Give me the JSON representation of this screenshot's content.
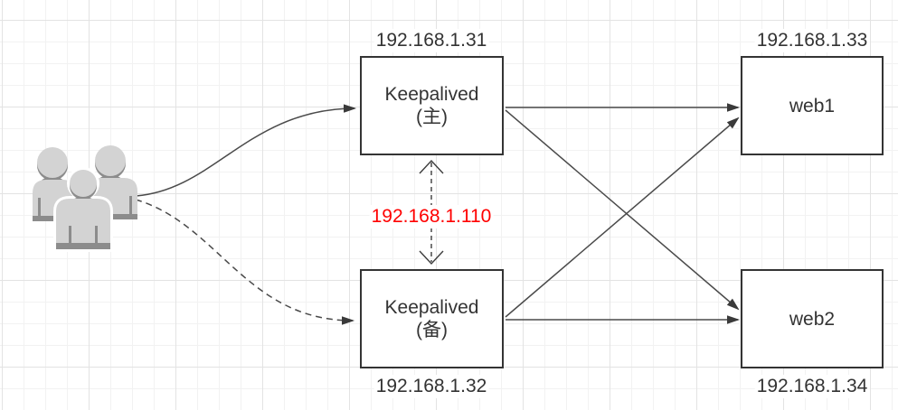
{
  "diagram": {
    "nodes": {
      "users": {
        "type": "users-icon"
      },
      "kp_master": {
        "line1": "Keepalived",
        "line2": "(主)",
        "ip": "192.168.1.31"
      },
      "kp_backup": {
        "line1": "Keepalived",
        "line2": "(备)",
        "ip": "192.168.1.32"
      },
      "web1": {
        "label": "web1",
        "ip": "192.168.1.33"
      },
      "web2": {
        "label": "web2",
        "ip": "192.168.1.34"
      }
    },
    "vip": {
      "label": "192.168.1.110",
      "color": "#ff0000"
    },
    "edges": [
      {
        "from": "users",
        "to": "kp_master",
        "style": "solid-curve",
        "arrow": "filled"
      },
      {
        "from": "users",
        "to": "kp_backup",
        "style": "dashed-curve",
        "arrow": "filled"
      },
      {
        "from": "kp_master",
        "to": "web1",
        "style": "solid",
        "arrow": "filled"
      },
      {
        "from": "kp_master",
        "to": "web2",
        "style": "solid",
        "arrow": "filled"
      },
      {
        "from": "kp_backup",
        "to": "web1",
        "style": "solid",
        "arrow": "filled"
      },
      {
        "from": "kp_backup",
        "to": "web2",
        "style": "solid",
        "arrow": "filled"
      },
      {
        "from": "kp_master",
        "to": "kp_backup",
        "style": "dashed-double-open-arrow",
        "label": "192.168.1.110"
      }
    ],
    "colors": {
      "node_border": "#343434",
      "edge_stroke": "#4a4a4a",
      "arrowhead": "#3a3a3a",
      "text": "#333333",
      "vip_text": "#ff0000",
      "icon_fill": "#d3d3d3",
      "icon_shade": "#8c8c8c",
      "grid_minor": "#f2f2f2",
      "grid_major": "#e3e3e3",
      "background": "#ffffff"
    }
  }
}
